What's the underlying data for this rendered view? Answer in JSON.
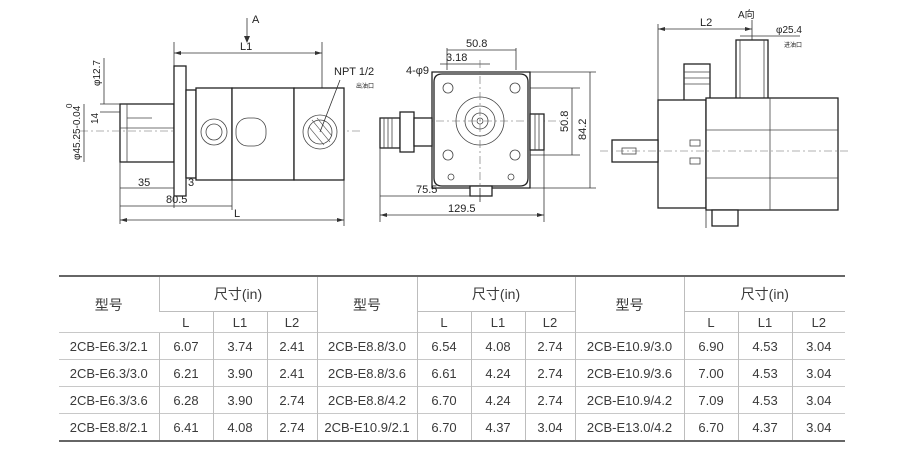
{
  "drawing": {
    "side_view": {
      "arrow_label": "A",
      "l1": "L1",
      "npt": "NPT 1/2",
      "outlet": "出油口",
      "d127": "φ12.7",
      "d45": "φ45.25-0.04",
      "tol0": "0",
      "dim14": "14",
      "dim35": "35",
      "dim3": "3",
      "dim805": "80.5",
      "l": "L"
    },
    "front_view": {
      "d508_top": "50.8",
      "d318": "3.18",
      "holes": "4-φ9",
      "d508_side": "50.8",
      "d842": "84.2",
      "d755": "75.5",
      "d1295": "129.5"
    },
    "top_view": {
      "l2": "L2",
      "a_dir": "A向",
      "d254": "φ25.4",
      "inlet": "进油口"
    }
  },
  "table": {
    "model_header": "型号",
    "size_header": "尺寸(in)",
    "sub_headers": [
      "L",
      "L1",
      "L2"
    ],
    "rows": [
      [
        [
          "2CB-E6.3/2.1",
          "6.07",
          "3.74",
          "2.41"
        ],
        [
          "2CB-E8.8/3.0",
          "6.54",
          "4.08",
          "2.74"
        ],
        [
          "2CB-E10.9/3.0",
          "6.90",
          "4.53",
          "3.04"
        ]
      ],
      [
        [
          "2CB-E6.3/3.0",
          "6.21",
          "3.90",
          "2.41"
        ],
        [
          "2CB-E8.8/3.6",
          "6.61",
          "4.24",
          "2.74"
        ],
        [
          "2CB-E10.9/3.6",
          "7.00",
          "4.53",
          "3.04"
        ]
      ],
      [
        [
          "2CB-E6.3/3.6",
          "6.28",
          "3.90",
          "2.74"
        ],
        [
          "2CB-E8.8/4.2",
          "6.70",
          "4.24",
          "2.74"
        ],
        [
          "2CB-E10.9/4.2",
          "7.09",
          "4.53",
          "3.04"
        ]
      ],
      [
        [
          "2CB-E8.8/2.1",
          "6.41",
          "4.08",
          "2.74"
        ],
        [
          "2CB-E10.9/2.1",
          "6.70",
          "4.37",
          "3.04"
        ],
        [
          "2CB-E13.0/4.2",
          "6.70",
          "4.37",
          "3.04"
        ]
      ]
    ]
  }
}
